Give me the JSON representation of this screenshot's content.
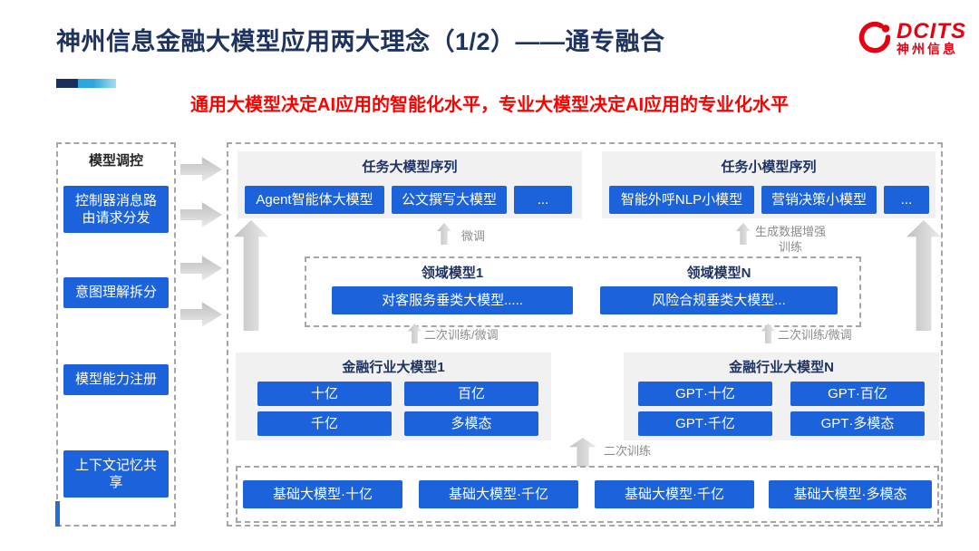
{
  "header": {
    "title": "神州信息金融大模型应用两大理念（1/2）——通专融合",
    "subtitle": "通用大模型决定AI应用的智能化水平，专业大模型决定AI应用的专业化水平",
    "logo_text": "DCITS",
    "logo_subtext": "神州信息"
  },
  "sidebar": {
    "title": "模型调控",
    "items": [
      "控制器消息路由请求分发",
      "意图理解拆分",
      "模型能力注册",
      "上下文记忆共享"
    ]
  },
  "task_large": {
    "title": "任务大模型序列",
    "items": [
      "Agent智能体大模型",
      "公文撰写大模型",
      "..."
    ]
  },
  "task_small": {
    "title": "任务小模型序列",
    "items": [
      "智能外呼NLP小模型",
      "营销决策小模型",
      "..."
    ]
  },
  "domain": {
    "left_title": "领域模型1",
    "left_item": "对客服务垂类大模型.....",
    "right_title": "领域模型N",
    "right_item": "风险合规垂类大模型..."
  },
  "industry_left": {
    "title": "金融行业大模型1",
    "items": [
      "十亿",
      "百亿",
      "千亿",
      "多模态"
    ]
  },
  "industry_right": {
    "title": "金融行业大模型N",
    "items": [
      "GPT·十亿",
      "GPT·百亿",
      "GPT·千亿",
      "GPT·多模态"
    ]
  },
  "base": {
    "items": [
      "基础大模型·十亿",
      "基础大模型·千亿",
      "基础大模型·千亿",
      "基础大模型·多模态"
    ]
  },
  "labels": {
    "finetune": "微调",
    "augment": "生成数据增强训练",
    "retrain_ft_left": "二次训练/微调",
    "retrain_ft_right": "二次训练/微调",
    "retrain": "二次训练"
  },
  "colors": {
    "button_blue": "#1C63DB",
    "title_navy": "#1F3361",
    "accent_red": "#E60012",
    "subtitle_red": "#FF0000",
    "panel_gray": "#F1F1F1",
    "arrow_gray": "#C0C0C0"
  }
}
